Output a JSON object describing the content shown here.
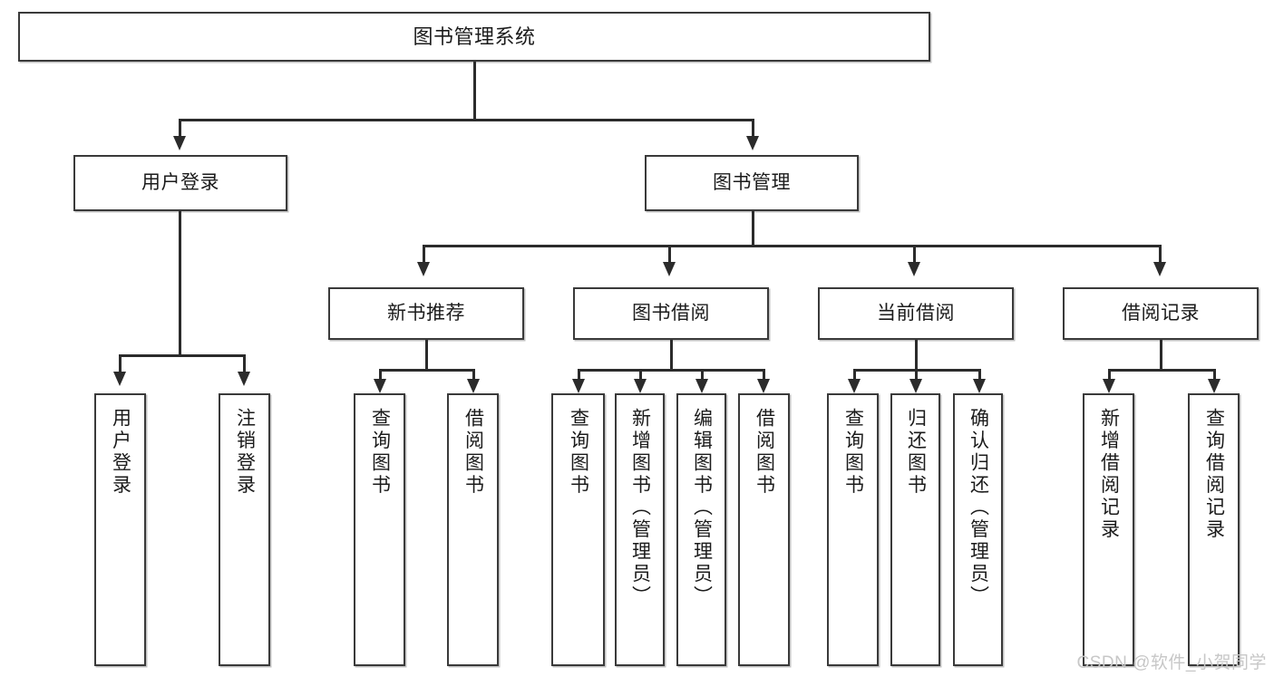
{
  "diagram": {
    "type": "tree-hierarchy",
    "title": "图书管理系统",
    "watermark": "CSDN @软件_小贺同学",
    "colors": {
      "box_border": "#3a3a3a",
      "connector": "#2b2b2b",
      "text": "#1b1b1b",
      "background": "#ffffff",
      "watermark": "#c7c7c7"
    },
    "levels": {
      "root": {
        "label": "图书管理系统"
      },
      "level2": [
        {
          "label": "用户登录"
        },
        {
          "label": "图书管理"
        }
      ],
      "level3": [
        {
          "label": "新书推荐"
        },
        {
          "label": "图书借阅"
        },
        {
          "label": "当前借阅"
        },
        {
          "label": "借阅记录"
        }
      ],
      "leaves": {
        "user_login": [
          {
            "label": "用户登录"
          },
          {
            "label": "注销登录"
          }
        ],
        "new_book_recommend": [
          {
            "label": "查询图书"
          },
          {
            "label": "借阅图书"
          }
        ],
        "book_borrow": [
          {
            "label": "查询图书"
          },
          {
            "label": "新增图书（管理员）"
          },
          {
            "label": "编辑图书（管理员）"
          },
          {
            "label": "借阅图书"
          }
        ],
        "current_borrow": [
          {
            "label": "查询图书"
          },
          {
            "label": "归还图书"
          },
          {
            "label": "确认归还（管理员）"
          }
        ],
        "borrow_record": [
          {
            "label": "新增借阅记录"
          },
          {
            "label": "查询借阅记录"
          }
        ]
      }
    }
  }
}
